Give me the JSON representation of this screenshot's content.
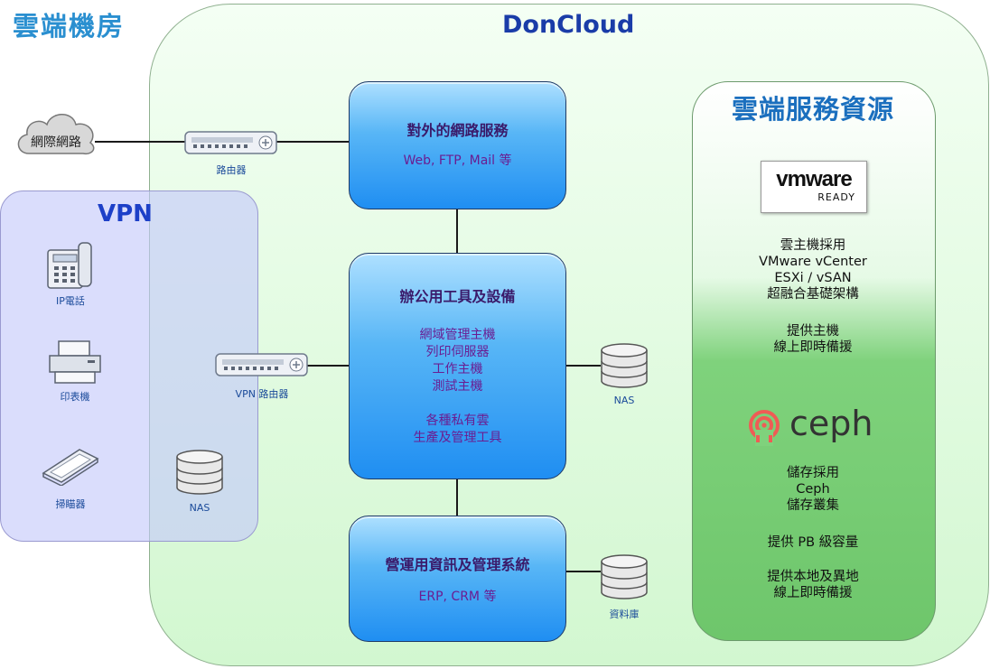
{
  "page": {
    "title": "雲端機房"
  },
  "cloud_zone": {
    "title": "DonCloud"
  },
  "internet": {
    "label": "網際網路"
  },
  "router": {
    "label": "路由器"
  },
  "vpn": {
    "title": "VPN",
    "ip_phone": "IP電話",
    "printer": "印表機",
    "scanner": "掃瞄器",
    "nas": "NAS",
    "router": "VPN 路由器"
  },
  "services": {
    "network": {
      "title": "對外的網路服務",
      "text": "Web, FTP, Mail 等"
    },
    "office": {
      "title": "辦公用工具及設備",
      "lines": [
        "網域管理主機",
        "列印伺服器",
        "工作主機",
        "測試主機"
      ],
      "lines2": [
        "各種私有雲",
        "生產及管理工具"
      ]
    },
    "ops": {
      "title": "營運用資訊及管理系統",
      "text": "ERP, CRM 等"
    }
  },
  "office_nas": {
    "label": "NAS"
  },
  "database": {
    "label": "資料庫"
  },
  "resources": {
    "title": "雲端服務資源",
    "vmware_logo": {
      "brand": "vmware",
      "sub": "READY"
    },
    "vmware_text": [
      "雲主機採用",
      "VMware vCenter",
      "ESXi / vSAN",
      "超融合基礎架構"
    ],
    "host_text": [
      "提供主機",
      "線上即時備援"
    ],
    "ceph_logo": "ceph",
    "ceph_text": [
      "儲存採用",
      "Ceph",
      "儲存叢集"
    ],
    "capacity_text": "提供 PB 級容量",
    "backup_text": [
      "提供本地及異地",
      "線上即時備援"
    ]
  },
  "colors": {
    "page_title": "#2a8fd0",
    "doncloud_title": "#1a3ca8",
    "resources_title": "#1b6fbe",
    "vpn_title": "#1d40c8",
    "ceph": "#ef5c55"
  }
}
